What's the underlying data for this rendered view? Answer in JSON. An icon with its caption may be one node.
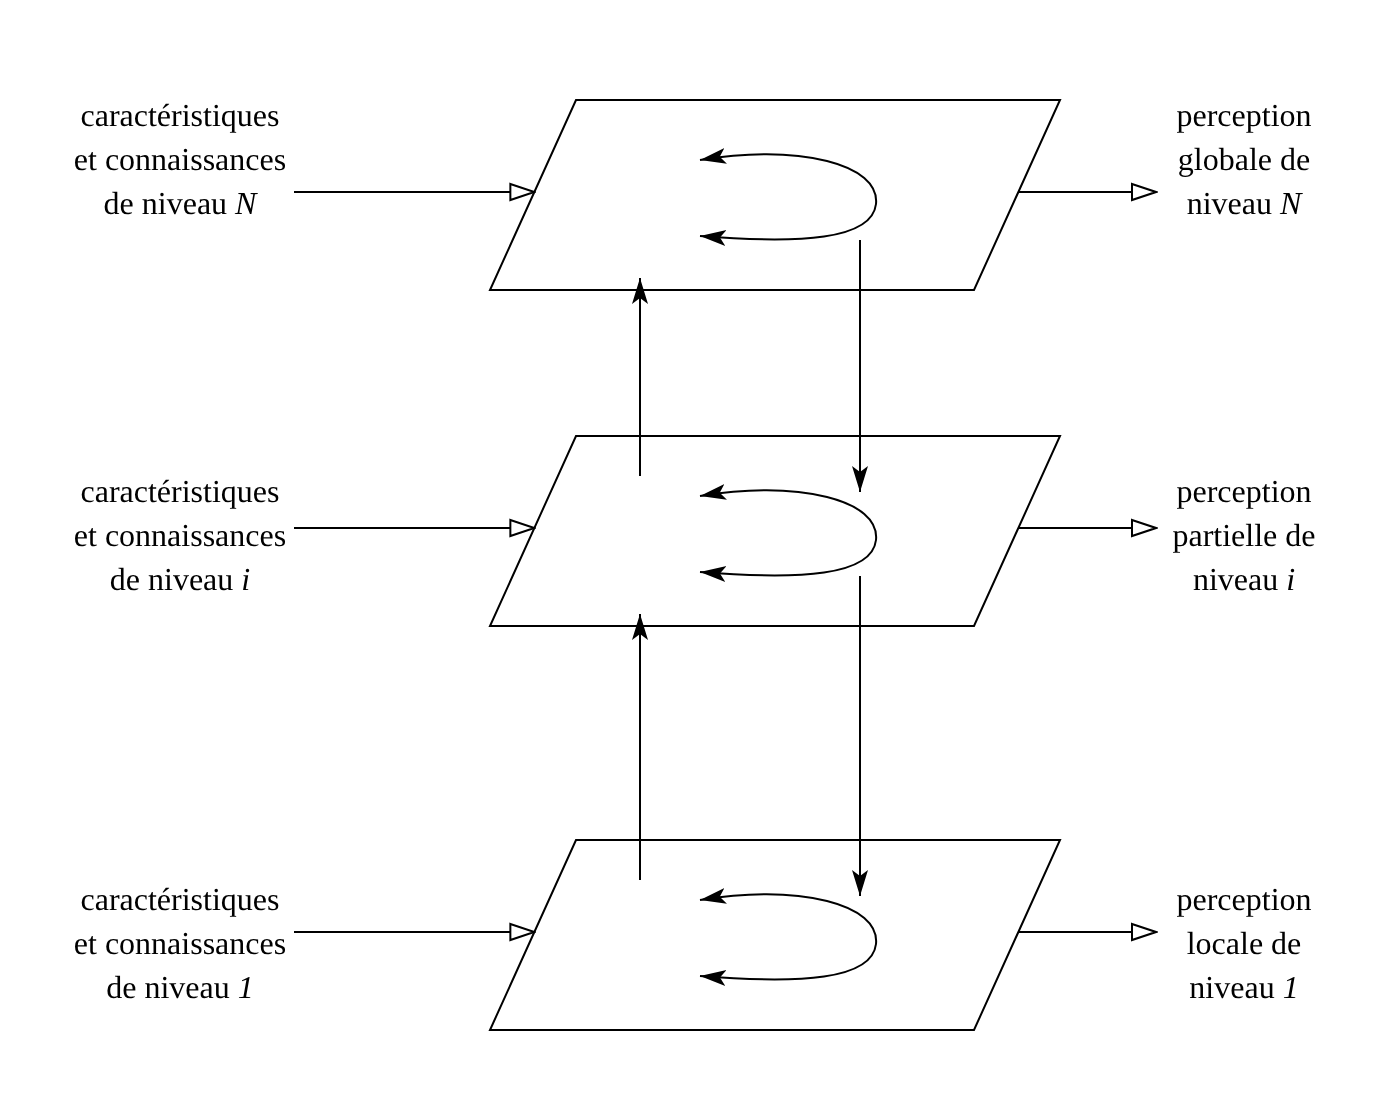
{
  "diagram": {
    "nodes": [
      {
        "text": [],
        "shape": "parallelogram"
      },
      {
        "text": [],
        "shape": "parallelogram"
      },
      {
        "text": [],
        "shape": "parallelogram"
      },
      {
        "text": [
          "caractéristiques et connaissances de niveau *N*"
        ]
      },
      {
        "text": [
          "perception globale de niveau *N*"
        ]
      },
      {
        "text": [
          "caractéristiques et connaissances de niveau *i*"
        ]
      },
      {
        "text": [
          "perception partielle de niveau *i*"
        ]
      },
      {
        "text": [
          "caractéristiques et connaissances de niveau *1*"
        ]
      },
      {
        "text": [
          "perception locale de niveau *1*"
        ]
      }
    ],
    "edges": [
      {
        "from": 3,
        "to": 0,
        "arrow": "to"
      },
      {
        "from": 0,
        "to": 4,
        "arrow": "to"
      },
      {
        "from": 5,
        "to": 1,
        "arrow": "to"
      },
      {
        "from": 1,
        "to": 6,
        "arrow": "to"
      },
      {
        "from": 7,
        "to": 2,
        "arrow": "to"
      },
      {
        "from": 2,
        "to": 8,
        "arrow": "to"
      },
      {
        "from": 1,
        "to": 0,
        "arrow": "to"
      },
      {
        "from": 0,
        "to": 1,
        "arrow": "to"
      },
      {
        "from": 2,
        "to": 1,
        "arrow": "to"
      },
      {
        "from": 1,
        "to": 2,
        "arrow": "to"
      }
    ]
  }
}
